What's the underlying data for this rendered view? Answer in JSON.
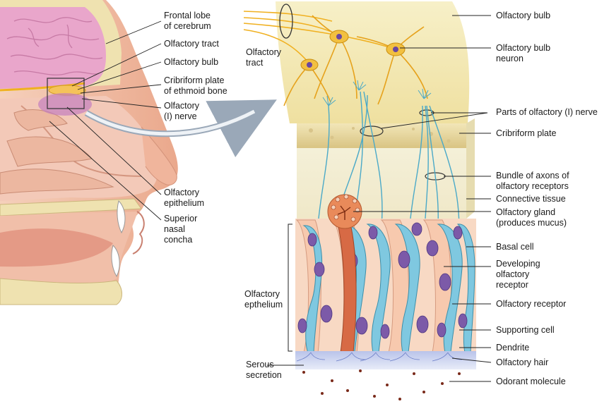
{
  "left_labels": {
    "frontal_lobe": [
      "Frontal lobe",
      "of cerebrum"
    ],
    "olfactory_tract": "Olfactory tract",
    "olfactory_bulb": "Olfactory bulb",
    "cribriform": [
      "Cribriform plate",
      "of ethmoid bone"
    ],
    "nerve": [
      "Olfactory",
      "(I) nerve"
    ],
    "epithelium": [
      "Olfactory",
      "epithelium"
    ],
    "concha": [
      "Superior",
      "nasal",
      "concha"
    ]
  },
  "center_labels": {
    "olfactory_tract": [
      "Olfactory",
      "tract"
    ],
    "olfactory_epithelium": [
      "Olfactory",
      "epthelium"
    ],
    "serous_secretion": [
      "Serous",
      "secretion"
    ]
  },
  "right_labels": {
    "olfactory_bulb": "Olfactory bulb",
    "bulb_neuron": [
      "Olfactory bulb",
      "neuron"
    ],
    "parts_nerve": "Parts of olfactory (I) nerve",
    "cribriform_plate": "Cribriform plate",
    "bundle_axons": [
      "Bundle of axons of",
      "olfactory receptors"
    ],
    "connective_tissue": "Connective tissue",
    "olfactory_gland": [
      "Olfactory gland",
      "(produces mucus)"
    ],
    "basal_cell": "Basal cell",
    "developing_receptor": [
      "Developing",
      "olfactory",
      "receptor"
    ],
    "olfactory_receptor": "Olfactory receptor",
    "supporting_cell": "Supporting cell",
    "dendrite": "Dendrite",
    "olfactory_hair": "Olfactory hair",
    "odorant_molecule": "Odorant molecule"
  },
  "colors": {
    "brain": "#e8a0c8",
    "skin": "#f2c2aa",
    "bone": "#efe2b0",
    "bulb": "#f6efc0",
    "receptor_cell": "#7fc8e0",
    "supporting_cell": "#f7c9ae",
    "nucleus": "#7c5aa8",
    "gland": "#e0703a",
    "mucus": "#c8d0ee"
  }
}
